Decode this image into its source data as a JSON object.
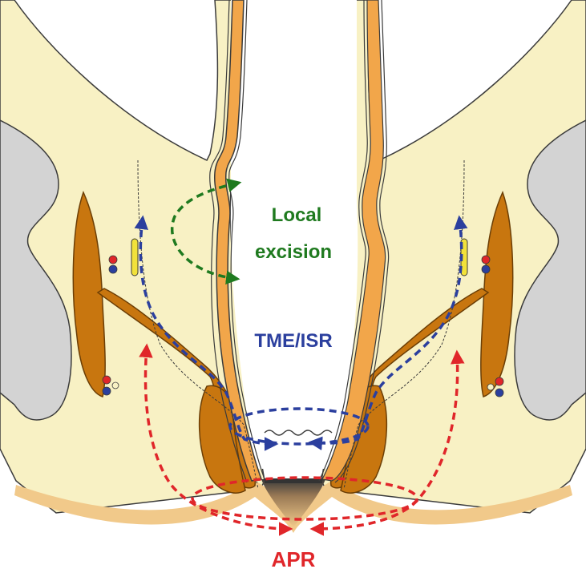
{
  "labels": {
    "local_excision_line1": "Local",
    "local_excision_line2": "excision",
    "tme_isr": "TME/ISR",
    "apr": "APR"
  },
  "colors": {
    "background": "#ffffff",
    "tissue": "#f8f1c4",
    "tissue_outline": "#3b3b3b",
    "skin": "#f1c98a",
    "bone": "#d3d3d3",
    "muscle": "#c8760f",
    "muscle_outline": "#6b3e06",
    "rectal_wall": "#f2a64a",
    "local_excision": "#1f7a1f",
    "tme_isr": "#2b3f9e",
    "apr": "#e0262a",
    "vessel_red": "#e0262a",
    "vessel_blue": "#2b3f9e",
    "nerve_yellow": "#f2e23a"
  }
}
